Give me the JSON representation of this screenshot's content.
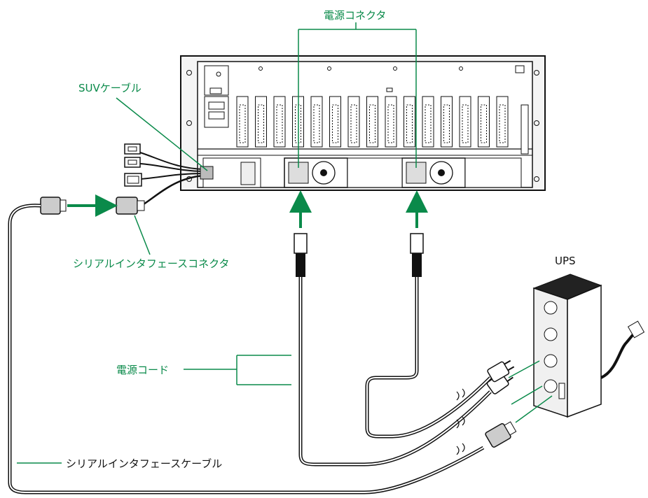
{
  "labels": {
    "power_connector": "電源コネクタ",
    "suv_cable": "SUVケーブル",
    "serial_interface_connector": "シリアルインタフェースコネクタ",
    "power_cord": "電源コード",
    "serial_interface_cable": "シリアルインタフェースケーブル",
    "ups": "UPS"
  },
  "colors": {
    "accent": "#0a8a4a",
    "line": "#111111",
    "chassis": "#f2f2f2"
  }
}
